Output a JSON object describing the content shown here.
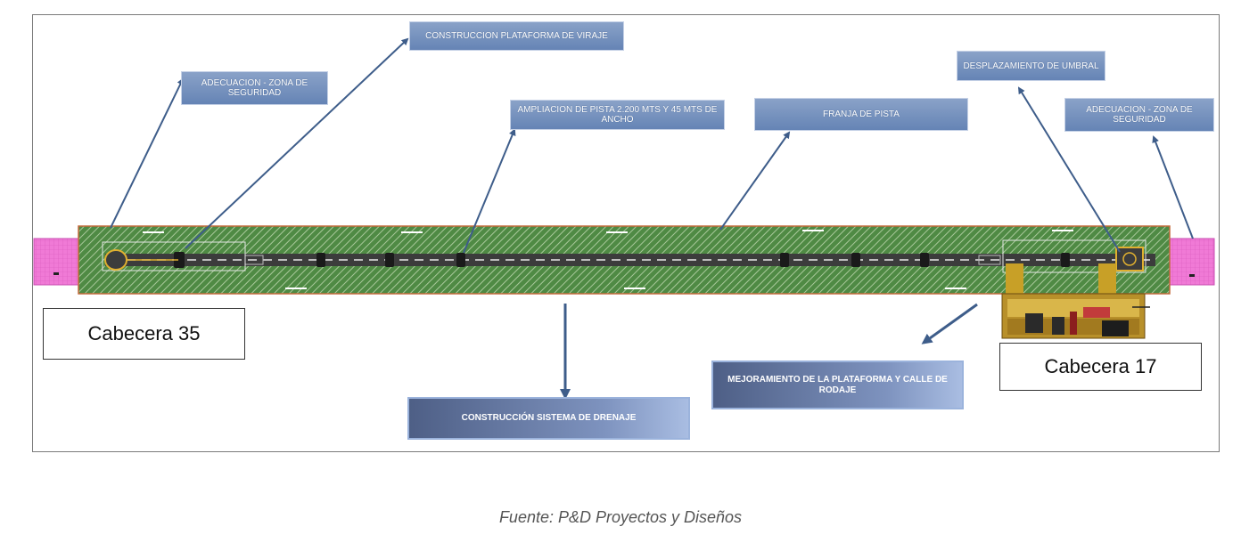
{
  "labels": {
    "adecuacion_left": "ADECUACION - ZONA DE SEGURIDAD",
    "plataforma_viraje": "CONSTRUCCION PLATAFORMA DE VIRAJE",
    "ampliacion_pista": "AMPLIACION DE PISTA 2.200 MTS Y 45 MTS DE ANCHO",
    "franja_pista": "FRANJA DE PISTA",
    "desplazamiento_umbral": "DESPLAZAMIENTO DE UMBRAL",
    "adecuacion_right": "ADECUACION - ZONA DE SEGURIDAD",
    "sistema_drenaje": "CONSTRUCCIÓN SISTEMA DE DRENAJE",
    "mejoramiento": "MEJORAMIENTO DE LA PLATAFORMA Y CALLE DE RODAJE"
  },
  "cabeceras": {
    "left": "Cabecera 35",
    "right": "Cabecera 17"
  },
  "source": "Fuente: P&D Proyectos y Diseños",
  "colors": {
    "strip_green": "#4f8a44",
    "hatch": "#a9c99b",
    "runway": "#3c3c3c",
    "safety_pink": "#f07ad6",
    "label_blue": "#6f8dbd",
    "arrow": "#3e5d8a",
    "apron_yellow": "#c8a027"
  }
}
